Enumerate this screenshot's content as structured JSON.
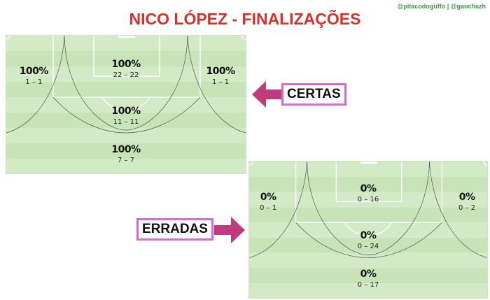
{
  "credit": "@pitacodoguffo | @gauchazh",
  "title": "NICO LÓPEZ - FINALIZAÇÕES",
  "colors": {
    "title": "#d9302a",
    "arrow": "#c03a7e",
    "label_border": "#d66ad0",
    "pitch_light": "#d3eac6",
    "pitch_dark": "#c7e3b8"
  },
  "certas": {
    "label": "CERTAS",
    "zones": {
      "left": {
        "pct": "100%",
        "count": "1 – 1"
      },
      "center_top": {
        "pct": "100%",
        "count": "22 – 22"
      },
      "right": {
        "pct": "100%",
        "count": "1 – 1"
      },
      "middle": {
        "pct": "100%",
        "count": "11 – 11"
      },
      "bottom": {
        "pct": "100%",
        "count": "7 – 7"
      }
    }
  },
  "erradas": {
    "label": "ERRADAS",
    "zones": {
      "left": {
        "pct": "0%",
        "count": "0 – 1"
      },
      "center_top": {
        "pct": "0%",
        "count": "0 – 16"
      },
      "right": {
        "pct": "0%",
        "count": "0 – 2"
      },
      "middle": {
        "pct": "0%",
        "count": "0 – 24"
      },
      "bottom": {
        "pct": "0%",
        "count": "0 – 17"
      }
    }
  }
}
